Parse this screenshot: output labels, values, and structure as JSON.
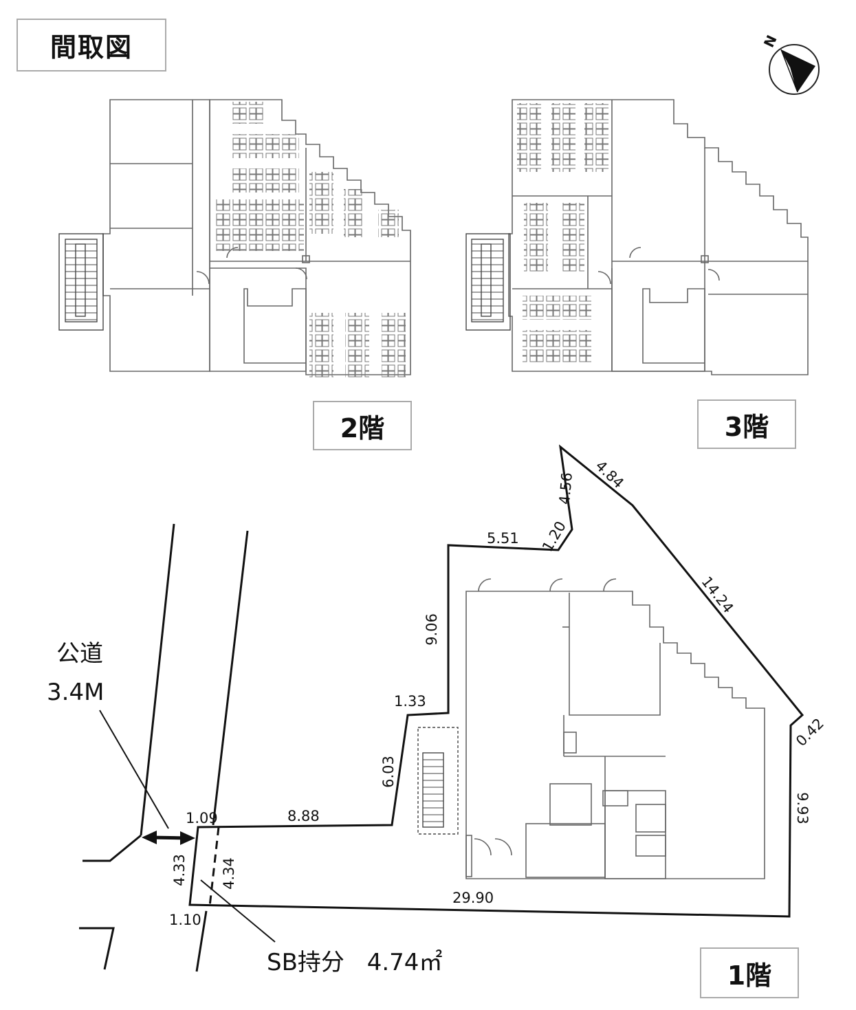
{
  "title": "間取図",
  "floors": {
    "f2": "2階",
    "f3": "3階",
    "f1": "1階"
  },
  "compass": {
    "label": "N"
  },
  "road": {
    "name": "公道",
    "width": "3.4M"
  },
  "setback": {
    "label": "SB持分",
    "area": "4.74㎡"
  },
  "dimensions": {
    "d_484": "4.84",
    "d_456": "4.56",
    "d_120": "1.20",
    "d_551": "5.51",
    "d_1424": "14.24",
    "d_906": "9.06",
    "d_133": "1.33",
    "d_042": "0.42",
    "d_603": "6.03",
    "d_993": "9.93",
    "d_109": "1.09",
    "d_888": "8.88",
    "d_433": "4.33",
    "d_434": "4.34",
    "d_2990": "29.90",
    "d_110": "1.10"
  }
}
